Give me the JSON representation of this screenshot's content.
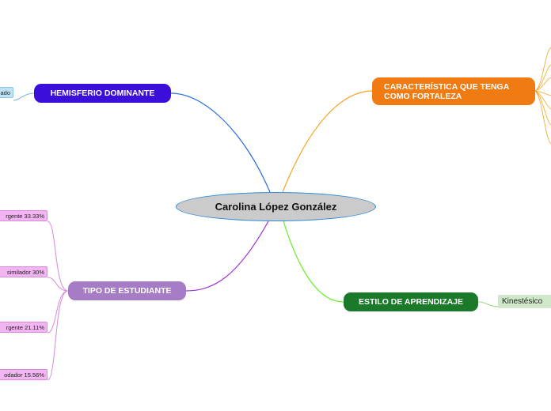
{
  "central": {
    "label": "Carolina López González"
  },
  "branches": {
    "hemisferio": {
      "label": "HEMISFERIO DOMINANTE",
      "color": "#3b0fd9",
      "children": [
        "ado"
      ]
    },
    "caracteristica": {
      "label": "CARACTERÍSTICA QUE TENGA COMO FORTALEZA",
      "color": "#f07b12",
      "children": []
    },
    "tipo": {
      "label": "TIPO DE ESTUDIANTE",
      "color": "#a57cc5",
      "children": [
        "rgente 33.33%",
        "similador 30%",
        "rgente 21.11%",
        "odador 15.56%"
      ]
    },
    "estilo": {
      "label": "ESTILO DE APRENDIZAJE",
      "color": "#1a7a2a",
      "children": [
        "Kinestésico"
      ]
    }
  },
  "colors": {
    "central_fill": "#cbcbcb",
    "central_border": "#2e8bd8",
    "hemisferio_line": "#2a6ee0",
    "caracteristica_line": "#f5a623",
    "tipo_line": "#9b30d9",
    "estilo_line": "#66ee22",
    "pink_line": "#d88ad8",
    "green_line": "#9ad97a",
    "blue_line": "#7ab8dd"
  }
}
